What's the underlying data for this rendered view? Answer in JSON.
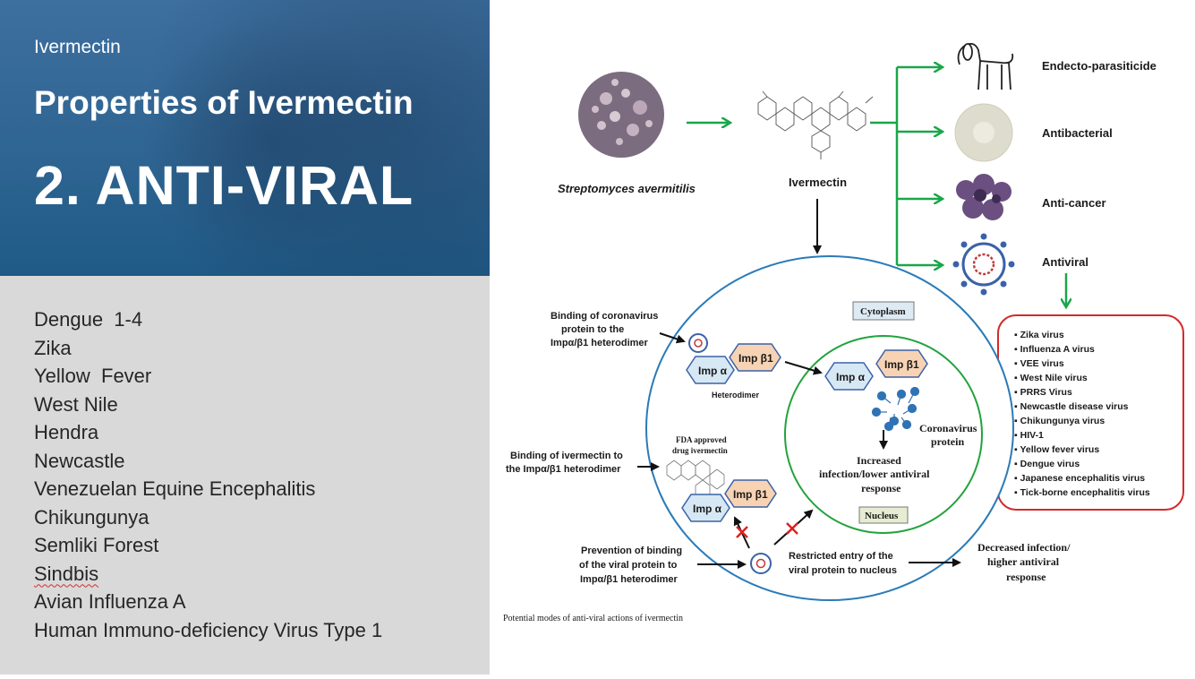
{
  "header": {
    "subtitle": "Ivermectin",
    "title": "Properties of Ivermectin",
    "big_title": "2. ANTI-VIRAL"
  },
  "virus_list": [
    "Dengue  1-4",
    "Zika",
    "Yellow  Fever",
    "West Nile",
    "Hendra",
    "Newcastle",
    "Venezuelan Equine Encephalitis",
    "Chikungunya",
    "Semliki Forest",
    "Sindbis",
    "Avian Influenza A",
    "Human Immuno-deficiency Virus Type 1"
  ],
  "diagram": {
    "source_label": "Streptomyces avermitilis",
    "drug_label": "Ivermectin",
    "properties": [
      "Endecto-parasiticide",
      "Antibacterial",
      "Anti-cancer",
      "Antiviral"
    ],
    "antiviral_viruses": [
      "Zika virus",
      "Influenza A virus",
      "VEE virus",
      "West Nile virus",
      "PRRS Virus",
      "Newcastle disease virus",
      "Chikungunya virus",
      "HIV-1",
      "Yellow fever virus",
      "Dengue virus",
      "Japanese encephalitis virus",
      "Tick-borne encephalitis virus"
    ],
    "cytoplasm_label": "Cytoplasm",
    "nucleus_label": "Nucleus",
    "imp_alpha": "Imp α",
    "imp_beta": "Imp β1",
    "heterodimer_label": "Heterodimer",
    "binding_coronavirus": [
      "Binding of coronavirus",
      "protein to the",
      "Impα/β1 heterodimer"
    ],
    "binding_ivermectin": [
      "Binding of ivermectin to",
      "the Impα/β1 heterodimer"
    ],
    "fda_label": [
      "FDA approved",
      "drug ivermectin"
    ],
    "prevention": [
      "Prevention of binding",
      "of the viral protein to",
      "Impα/β1 heterodimer"
    ],
    "restricted_entry": [
      "Restricted entry of the",
      "viral protein to nucleus"
    ],
    "coronavirus_protein": [
      "Coronavirus",
      "protein"
    ],
    "increased_infection": [
      "Increased",
      "infection/lower antiviral",
      "response"
    ],
    "decreased_infection": [
      "Decreased infection/",
      "higher antiviral",
      "response"
    ],
    "caption": "Potential modes of anti-viral actions of ivermectin",
    "colors": {
      "green_arrow": "#1aa64a",
      "red_box": "#d42a2a",
      "cell_border": "#2a7bb8",
      "nucleus_border": "#22a33d",
      "imp_alpha_fill": "#d7e8f5",
      "imp_beta_fill": "#f7d3b4"
    }
  }
}
